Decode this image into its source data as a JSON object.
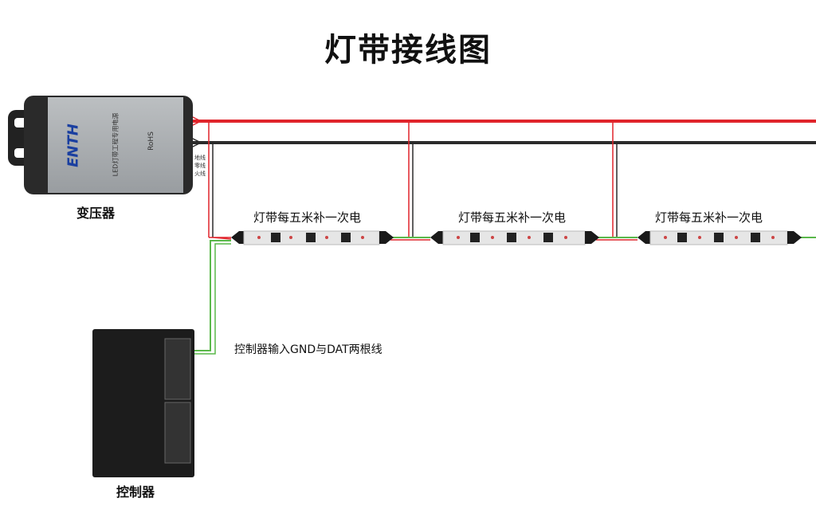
{
  "title": "灯带接线图",
  "transformer": {
    "label": "变压器",
    "brand": "ENTH",
    "panel_text": "LED灯带工程专用电源",
    "cert": "RoHS",
    "terminal_labels": [
      "地线",
      "零线",
      "火线"
    ]
  },
  "segments": [
    {
      "label": "灯带每五米补一次电"
    },
    {
      "label": "灯带每五米补一次电"
    },
    {
      "label": "灯带每五米补一次电"
    }
  ],
  "controller": {
    "label": "控制器",
    "input_note": "控制器输入GND与DAT两根线"
  },
  "colors": {
    "positive_wire": "#e0242b",
    "negative_wire": "#2b2b2b",
    "data_wire": "#5ab84a",
    "strip": "#e6e6e6"
  }
}
